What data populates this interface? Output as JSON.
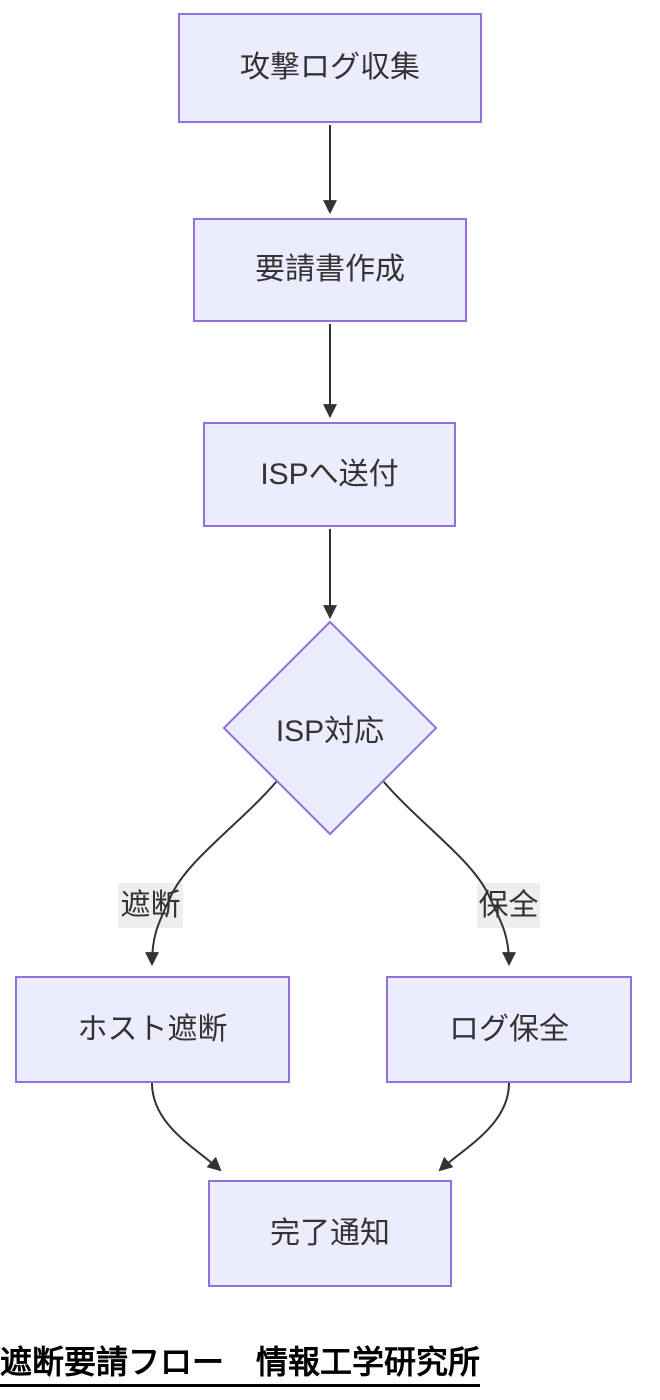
{
  "diagram": {
    "type": "flowchart",
    "direction": "top-down",
    "title": "遮断要請フロー　情報工学研究所",
    "nodes": [
      {
        "id": "A",
        "label": "攻撃ログ収集",
        "shape": "rect"
      },
      {
        "id": "B",
        "label": "要請書作成",
        "shape": "rect"
      },
      {
        "id": "C",
        "label": "ISPへ送付",
        "shape": "rect"
      },
      {
        "id": "D",
        "label": "ISP対応",
        "shape": "diamond"
      },
      {
        "id": "E",
        "label": "ホスト遮断",
        "shape": "rect"
      },
      {
        "id": "F",
        "label": "ログ保全",
        "shape": "rect"
      },
      {
        "id": "G",
        "label": "完了通知",
        "shape": "rect"
      }
    ],
    "edges": [
      {
        "from": "A",
        "to": "B",
        "label": ""
      },
      {
        "from": "B",
        "to": "C",
        "label": ""
      },
      {
        "from": "C",
        "to": "D",
        "label": ""
      },
      {
        "from": "D",
        "to": "E",
        "label": "遮断"
      },
      {
        "from": "D",
        "to": "F",
        "label": "保全"
      },
      {
        "from": "E",
        "to": "G",
        "label": ""
      },
      {
        "from": "F",
        "to": "G",
        "label": ""
      }
    ],
    "colors": {
      "node_fill": "#ECECFF",
      "node_border": "#9370DB",
      "node_text": "#333333",
      "edge_stroke": "#333333",
      "edge_label_bg": "#E8E8E8",
      "title_text": "#000000",
      "background": "#FFFFFF"
    }
  }
}
